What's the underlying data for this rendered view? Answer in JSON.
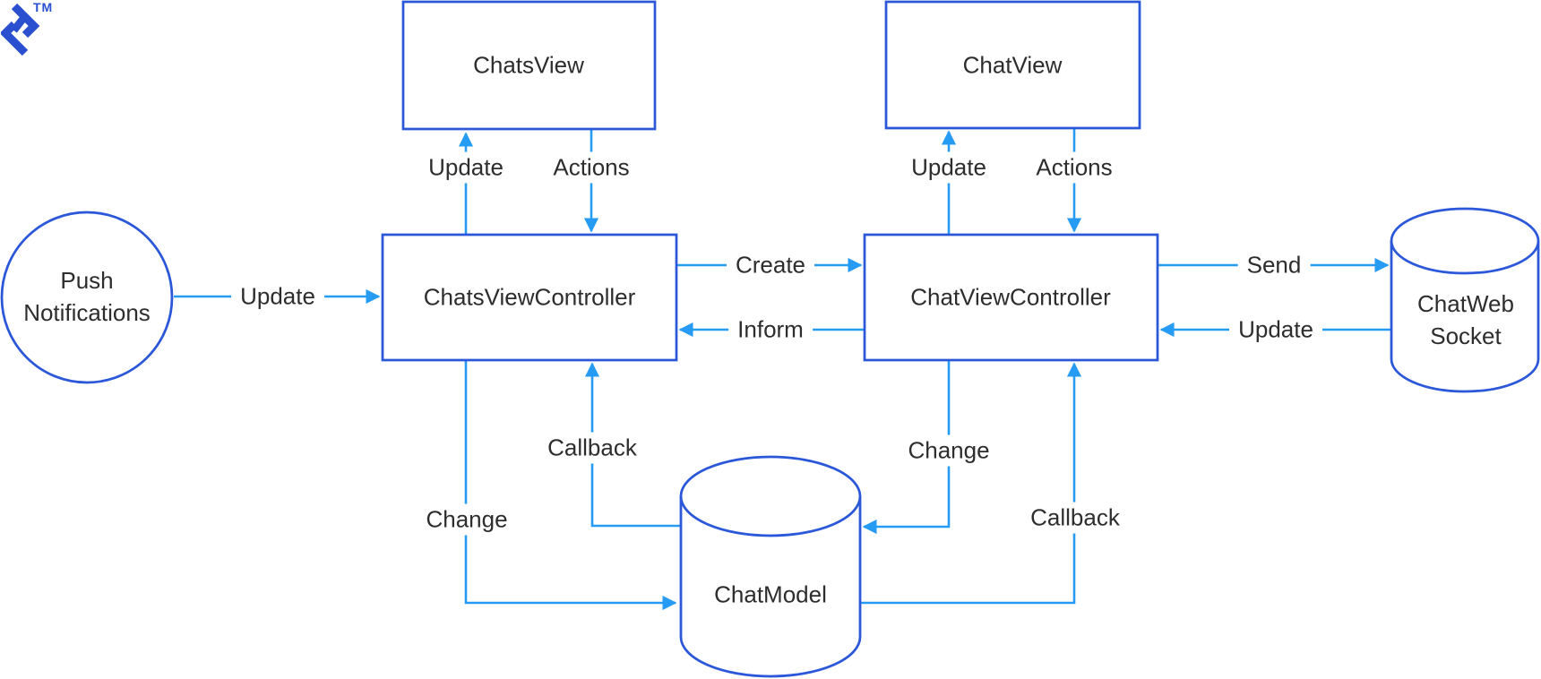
{
  "brand": {
    "logo_icon": "toptal-logo-icon",
    "trademark": "TM"
  },
  "colors": {
    "node_border": "#2b57d9",
    "arrow": "#259bf4",
    "text": "#2d2d2d",
    "logo": "#2a50cf"
  },
  "diagram": {
    "nodes": {
      "push_notifications": {
        "label": "Push Notifications",
        "shape": "circle"
      },
      "chats_view": {
        "label": "ChatsView",
        "shape": "rect"
      },
      "chat_view": {
        "label": "ChatView",
        "shape": "rect"
      },
      "chats_view_controller": {
        "label": "ChatsViewController",
        "shape": "rect"
      },
      "chat_view_controller": {
        "label": "ChatViewController",
        "shape": "rect"
      },
      "chat_model": {
        "label": "ChatModel",
        "shape": "cylinder"
      },
      "chat_web_socket": {
        "label": "ChatWeb Socket",
        "shape": "cylinder"
      }
    },
    "edges": {
      "push_update": {
        "label": "Update",
        "from": "push_notifications",
        "to": "chats_view_controller"
      },
      "chats_update": {
        "label": "Update",
        "from": "chats_view_controller",
        "to": "chats_view"
      },
      "chats_actions": {
        "label": "Actions",
        "from": "chats_view",
        "to": "chats_view_controller"
      },
      "create": {
        "label": "Create",
        "from": "chats_view_controller",
        "to": "chat_view_controller"
      },
      "inform": {
        "label": "Inform",
        "from": "chat_view_controller",
        "to": "chats_view_controller"
      },
      "chat_update": {
        "label": "Update",
        "from": "chat_view_controller",
        "to": "chat_view"
      },
      "chat_actions": {
        "label": "Actions",
        "from": "chat_view",
        "to": "chat_view_controller"
      },
      "send": {
        "label": "Send",
        "from": "chat_view_controller",
        "to": "chat_web_socket"
      },
      "socket_update": {
        "label": "Update",
        "from": "chat_web_socket",
        "to": "chat_view_controller"
      },
      "chats_change": {
        "label": "Change",
        "from": "chats_view_controller",
        "to": "chat_model"
      },
      "chats_callback": {
        "label": "Callback",
        "from": "chat_model",
        "to": "chats_view_controller"
      },
      "chat_change": {
        "label": "Change",
        "from": "chat_view_controller",
        "to": "chat_model"
      },
      "chat_callback": {
        "label": "Callback",
        "from": "chat_model",
        "to": "chat_view_controller"
      }
    }
  }
}
